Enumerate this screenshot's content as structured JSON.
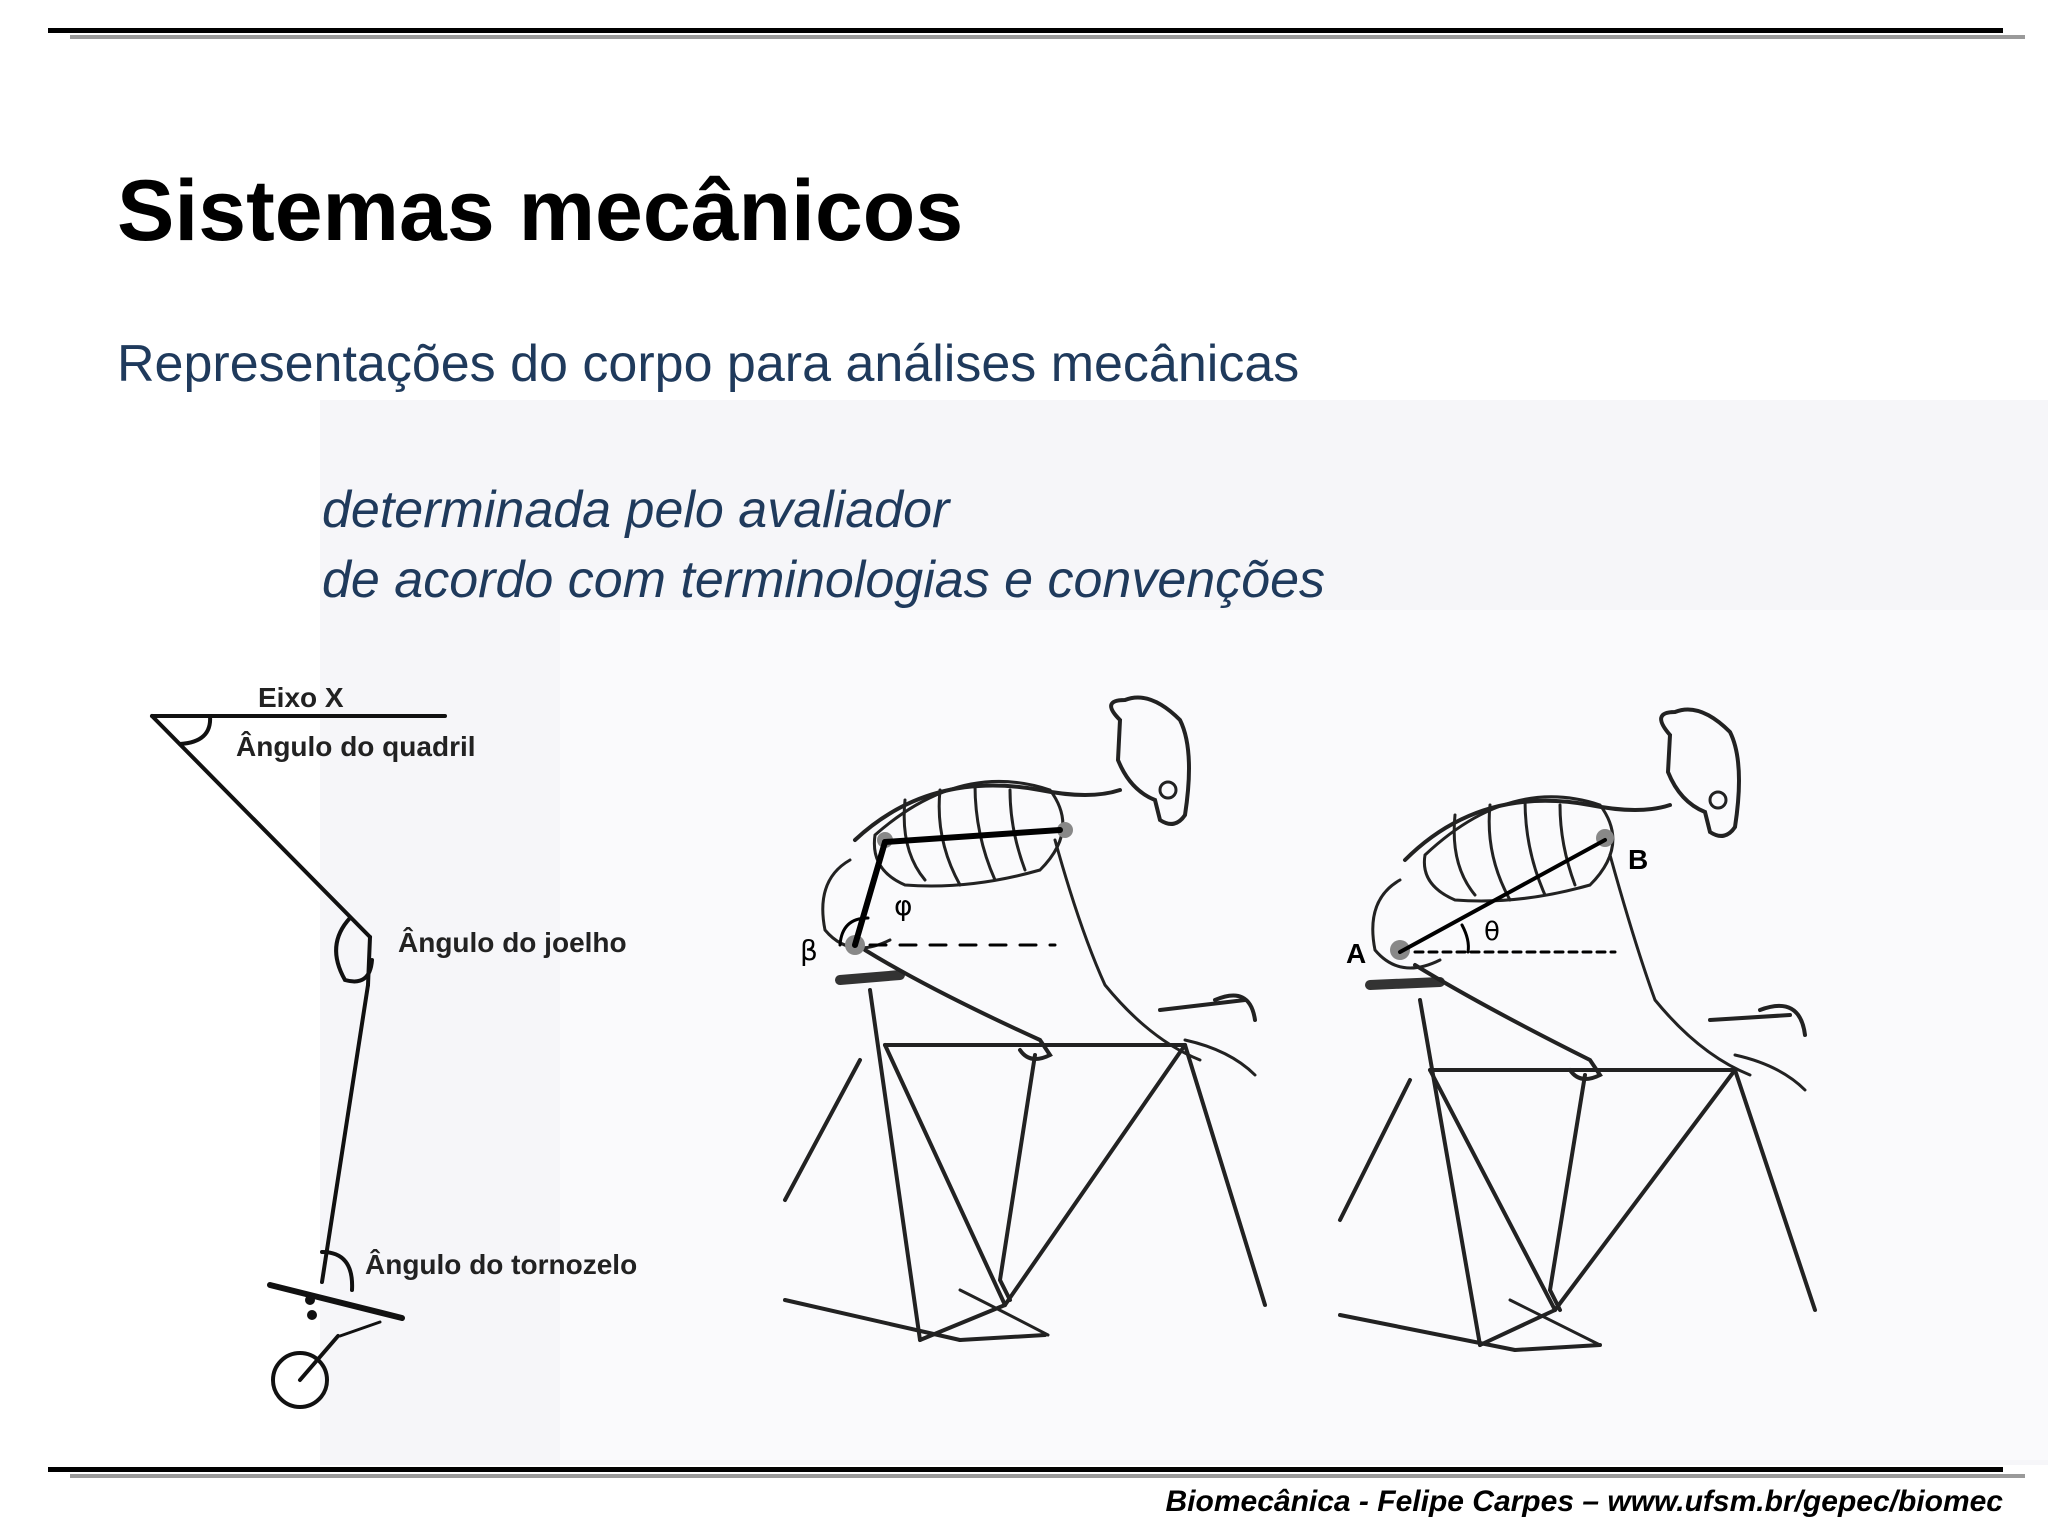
{
  "slide": {
    "title": "Sistemas mecânicos",
    "subtitle": "Representações do corpo para análises mecânicas",
    "bullets": [
      "determinada pelo avaliador",
      "de acordo com terminologias e convenções"
    ],
    "footer": "Biomecânica - Felipe Carpes – www.ufsm.br/gepec/biomec"
  },
  "stick_figure": {
    "axis_label": "Eixo X",
    "hip_angle_label": "Ângulo do quadril",
    "knee_angle_label": "Ângulo do joelho",
    "ankle_angle_label": "Ângulo do tornozelo"
  },
  "skeleton_left": {
    "phi_symbol": "φ",
    "beta_symbol": "β"
  },
  "skeleton_right": {
    "point_a": "A",
    "point_b": "B",
    "theta_symbol": "θ"
  },
  "colors": {
    "title": "#000000",
    "text_blue": "#1f3a5c",
    "rule_shadow": "#9a9a9a"
  }
}
